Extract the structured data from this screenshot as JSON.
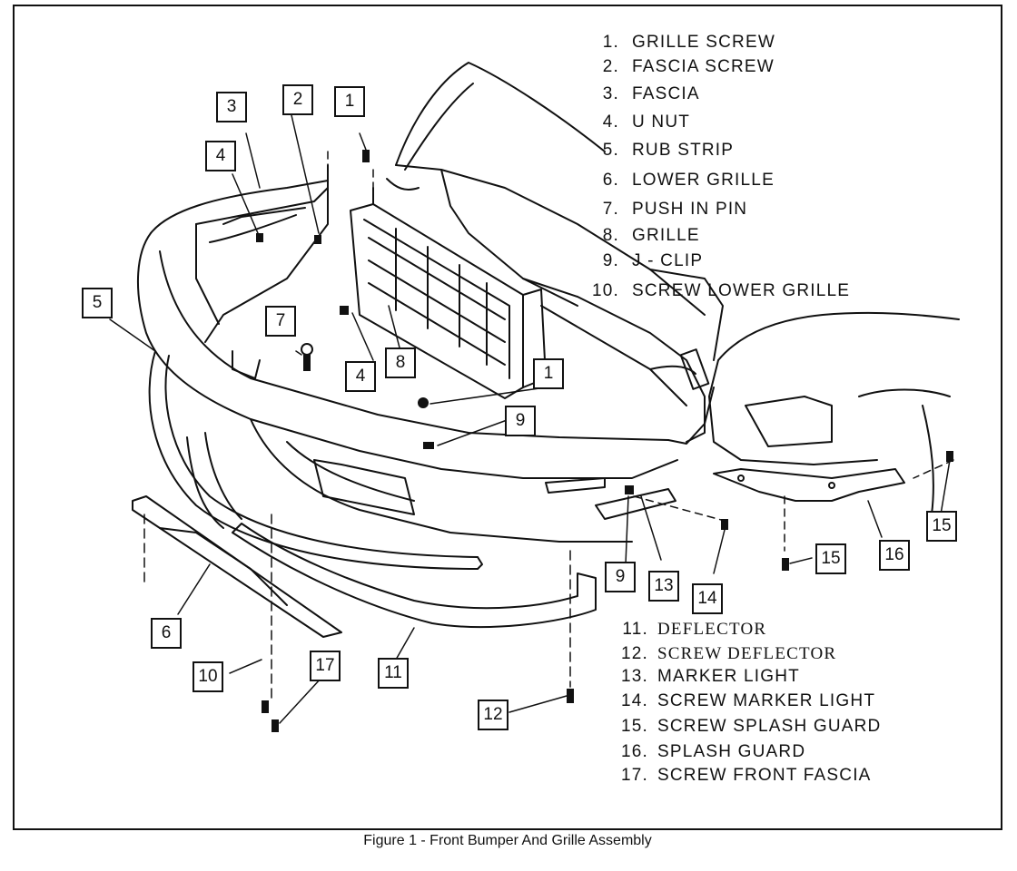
{
  "figure": {
    "caption": "Figure 1 - Front Bumper And Grille Assembly"
  },
  "legend_top": [
    {
      "num": "1.",
      "text": "GRILLE SCREW"
    },
    {
      "num": "2.",
      "text": "FASCIA SCREW"
    },
    {
      "num": "3.",
      "text": "FASCIA"
    },
    {
      "num": "4.",
      "text": "U NUT"
    },
    {
      "num": "5.",
      "text": "RUB STRIP"
    },
    {
      "num": "6.",
      "text": "LOWER GRILLE"
    },
    {
      "num": "7.",
      "text": "PUSH IN PIN"
    },
    {
      "num": "8.",
      "text": "GRILLE"
    },
    {
      "num": "9.",
      "text": "J - CLIP"
    },
    {
      "num": "10.",
      "text": "SCREW LOWER GRILLE"
    }
  ],
  "legend_bottom": [
    {
      "num": "11.",
      "text": "DEFLECTOR"
    },
    {
      "num": "12.",
      "text": "SCREW DEFLECTOR"
    },
    {
      "num": "13.",
      "text": "MARKER LIGHT"
    },
    {
      "num": "14.",
      "text": "SCREW MARKER LIGHT"
    },
    {
      "num": "15.",
      "text": "SCREW SPLASH GUARD"
    },
    {
      "num": "16.",
      "text": "SPLASH GUARD"
    },
    {
      "num": "17.",
      "text": "SCREW FRONT FASCIA"
    }
  ],
  "callouts": [
    "3",
    "2",
    "1",
    "4",
    "5",
    "7",
    "4",
    "8",
    "1",
    "9",
    "9",
    "13",
    "14",
    "15",
    "15",
    "16",
    "6",
    "10",
    "17",
    "11",
    "12"
  ],
  "colors": {
    "ink": "#111111",
    "paper": "#ffffff"
  }
}
